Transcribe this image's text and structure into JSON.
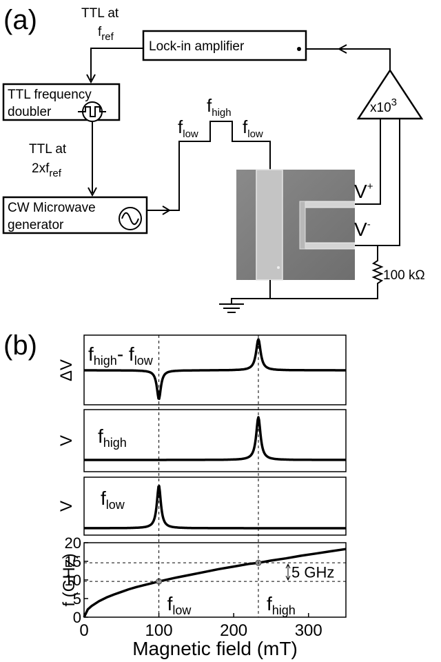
{
  "panel_a": {
    "label": "(a)",
    "ttl_ref": {
      "line1": "TTL at",
      "main": "f",
      "sub": "ref"
    },
    "lockin": "Lock-in amplifier",
    "doubler": {
      "line1": "TTL frequency",
      "line2": "doubler"
    },
    "ttl_2x": {
      "line1": "TTL at",
      "main": "2xf",
      "sub": "ref"
    },
    "generator": {
      "line1": "CW Microwave",
      "line2": "generator"
    },
    "amp": {
      "main": "x10",
      "sup": "3"
    },
    "f_low_left": {
      "main": "f",
      "sub": "low"
    },
    "f_high_top": {
      "main": "f",
      "sub": "high"
    },
    "f_low_right": {
      "main": "f",
      "sub": "low"
    },
    "v_plus": {
      "main": "V",
      "sup": "+"
    },
    "v_minus": {
      "main": "V",
      "sup": "-"
    },
    "resistor": "100 kΩ"
  },
  "panel_b": {
    "label": "(b)",
    "signal1": {
      "ylabel": "ΔV",
      "l1": "f",
      "s1": "high",
      "dash": "- ",
      "l2": "f",
      "s2": "low"
    },
    "signal2": {
      "ylabel": "V",
      "main": "f",
      "sub": "high"
    },
    "signal3": {
      "ylabel": "V",
      "main": "f",
      "sub": "low"
    }
  },
  "chart_data": {
    "type": "line",
    "xlabel": "Magnetic field (mT)",
    "ylabel": "f (GHz)",
    "xlim": [
      0,
      350
    ],
    "ylim": [
      0,
      20
    ],
    "xticks": [
      0,
      100,
      200,
      300
    ],
    "yticks": [
      0,
      5,
      10,
      15,
      20
    ],
    "series": [
      {
        "x": [
          0,
          5,
          10,
          20,
          30,
          40,
          50,
          60,
          70,
          80,
          90,
          100,
          120,
          140,
          160,
          180,
          200,
          220,
          233,
          250,
          270,
          290,
          310,
          330,
          350
        ],
        "y": [
          0,
          2.1,
          3.0,
          4.3,
          5.3,
          6.1,
          6.8,
          7.5,
          8.1,
          8.6,
          9.1,
          9.6,
          10.5,
          11.3,
          12.1,
          12.9,
          13.6,
          14.3,
          14.6,
          15.2,
          15.8,
          16.5,
          17.1,
          17.7,
          18.3
        ]
      }
    ],
    "markers": [
      {
        "x": 100,
        "y": 9.6
      },
      {
        "x": 233,
        "y": 14.6
      }
    ],
    "annotations": [
      {
        "text": "5 GHz"
      },
      {
        "main": "f",
        "sub": "low"
      },
      {
        "main": "f",
        "sub": "high"
      }
    ],
    "resonances": {
      "f_low_field": 100,
      "f_high_field": 233
    }
  }
}
